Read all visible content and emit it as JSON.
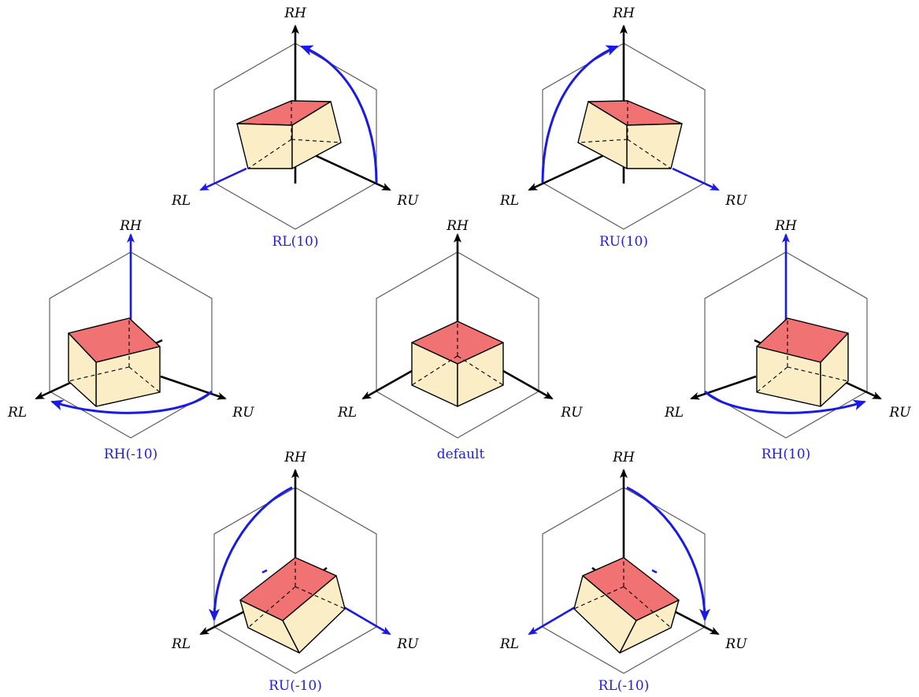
{
  "colors": {
    "accent": "#1a1ae6",
    "top_face": "#f07272",
    "side_face": "#fbeec6",
    "hexagon": "#555555",
    "axis": "#000000"
  },
  "axes": {
    "height": "RH",
    "left": "RL",
    "right": "RU"
  },
  "panels": [
    {
      "caption": "RL(10)",
      "transform": "RL",
      "angle": 10
    },
    {
      "caption": "RU(10)",
      "transform": "RU",
      "angle": 10
    },
    {
      "caption": "RH(-10)",
      "transform": "RH",
      "angle": -10
    },
    {
      "caption": "default",
      "transform": "none",
      "angle": 0
    },
    {
      "caption": "RH(10)",
      "transform": "RH",
      "angle": 10
    },
    {
      "caption": "RU(-10)",
      "transform": "RU",
      "angle": -10
    },
    {
      "caption": "RL(-10)",
      "transform": "RL",
      "angle": -10
    }
  ]
}
